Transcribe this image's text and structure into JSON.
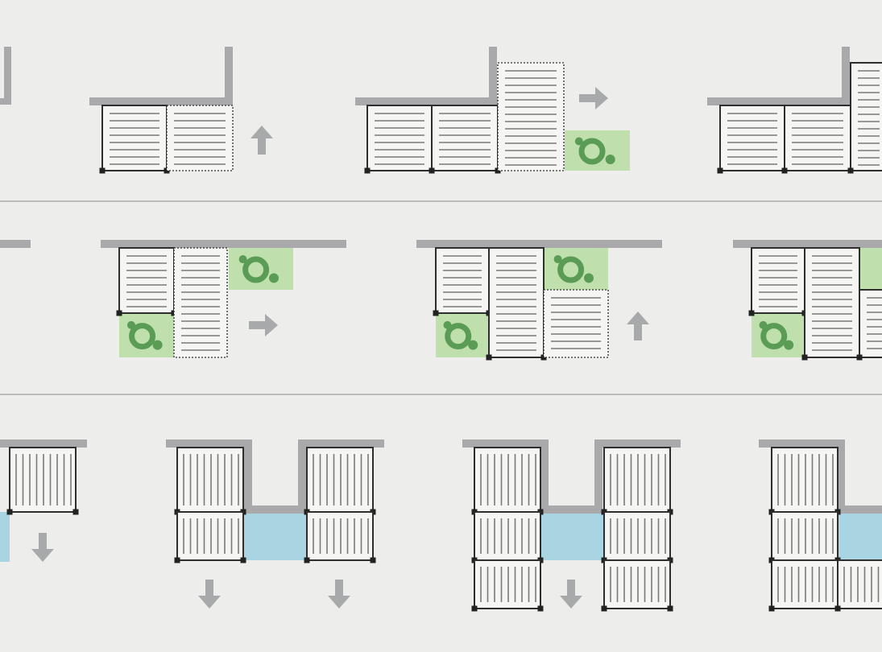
{
  "colors": {
    "background": "#ededeb",
    "wall": "#a9a9ab",
    "module_fill": "#f5f5f3",
    "module_border": "#2e2e2e",
    "slat": "#7a7a7a",
    "garden": "#bfe0ac",
    "tree": "#5a9c55",
    "water": "#a9d5e2",
    "arrow": "#a8a9ab",
    "divider": "#8a8a8a"
  },
  "rows": [
    {
      "name": "row-extension-right",
      "expansion_arrows": [
        "up",
        "right"
      ]
    },
    {
      "name": "row-extension-garden",
      "expansion_arrows": [
        "right",
        "up"
      ]
    },
    {
      "name": "row-extension-water",
      "expansion_arrows": [
        "down",
        "down",
        "down",
        "down"
      ]
    }
  ]
}
